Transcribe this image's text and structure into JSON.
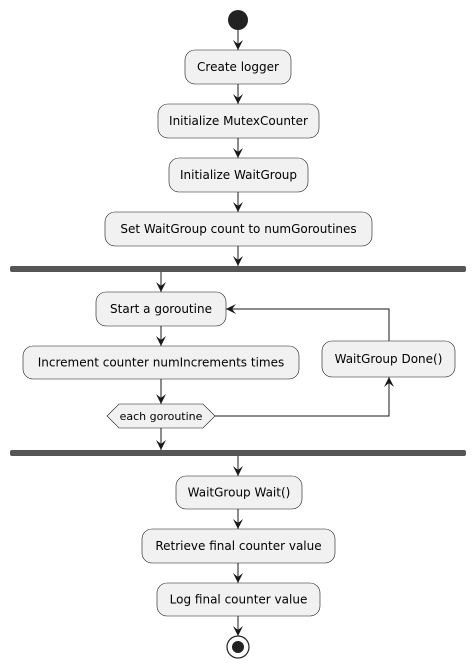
{
  "diagram": {
    "type": "activity",
    "colors": {
      "node_fill": "#f1f1f1",
      "stroke": "#181818",
      "bar": "#555555",
      "start": "#222222"
    },
    "activities": {
      "create_logger": "Create logger",
      "init_counter": "Initialize MutexCounter",
      "init_waitgroup": "Initialize WaitGroup",
      "set_count": "Set WaitGroup count to numGoroutines",
      "start_goroutine": "Start a goroutine",
      "increment": "Increment counter numIncrements times",
      "wg_done": "WaitGroup Done()",
      "wg_wait": "WaitGroup Wait()",
      "retrieve_value": "Retrieve final counter value",
      "log_value": "Log final counter value"
    },
    "decision": {
      "each_goroutine": "each goroutine"
    }
  }
}
